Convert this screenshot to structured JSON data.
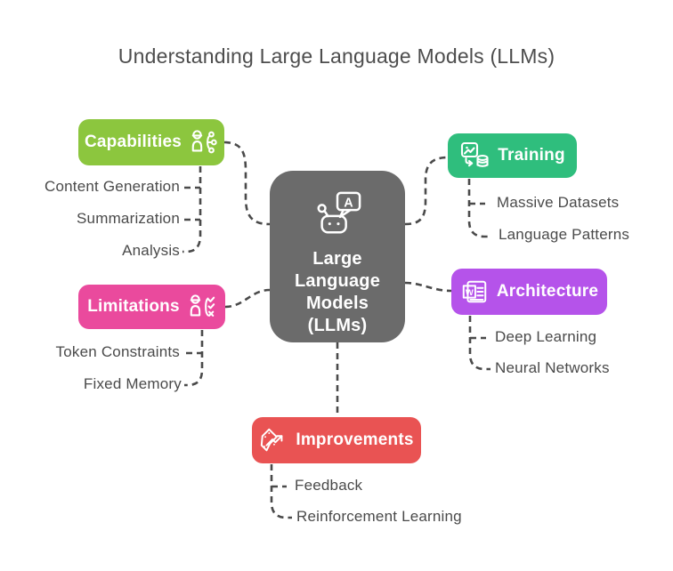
{
  "title": "Understanding Large Language Models (LLMs)",
  "colors": {
    "capabilities": "#8CC63E",
    "training": "#2FBE7D",
    "limitations": "#EA4A9D",
    "architecture": "#B553EA",
    "improvements": "#E95353",
    "center": "#6B6B6B",
    "connector": "#4A4A4A",
    "label_text": "#4A4A4A",
    "title_text": "#4D4D4D"
  },
  "center": {
    "icon": "chatbot-icon",
    "icon_letter": "A",
    "lines": [
      "Large",
      "Language",
      "Models",
      "(LLMs)"
    ]
  },
  "branches": {
    "capabilities": {
      "label": "Capabilities",
      "icon": "person-skills-icon",
      "children": [
        "Content Generation",
        "Summarization",
        "Analysis"
      ]
    },
    "training": {
      "label": "Training",
      "icon": "data-ingestion-icon",
      "children": [
        "Massive Datasets",
        "Language Patterns"
      ]
    },
    "limitations": {
      "label": "Limitations",
      "icon": "person-checklist-icon",
      "children": [
        "Token Constraints",
        "Fixed Memory"
      ]
    },
    "architecture": {
      "label": "Architecture",
      "icon": "word-document-icon",
      "icon_letter": "W",
      "children": [
        "Deep Learning",
        "Neural Networks"
      ]
    },
    "improvements": {
      "label": "Improvements",
      "icon": "patch-arrow-icon",
      "children": [
        "Feedback",
        "Reinforcement Learning"
      ]
    }
  }
}
